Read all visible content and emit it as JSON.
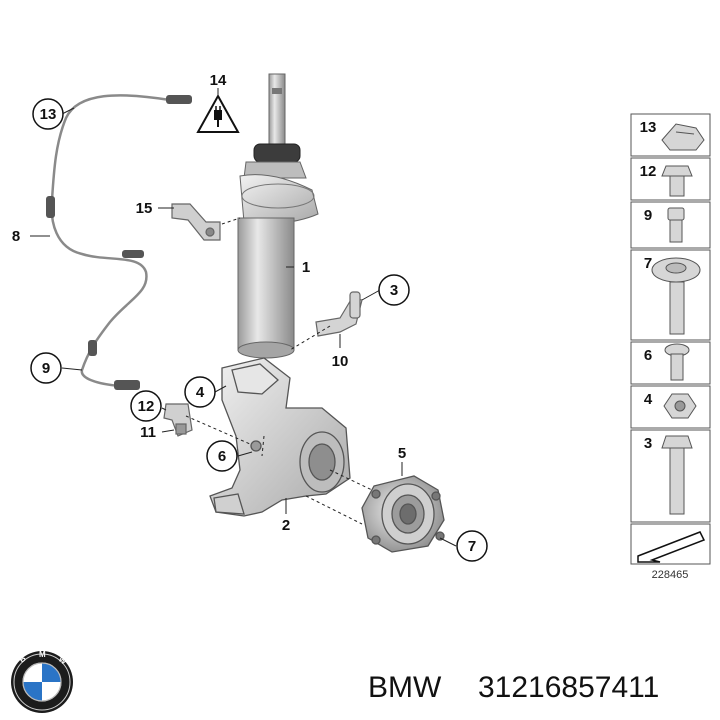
{
  "diagram": {
    "callouts": [
      "13",
      "14",
      "15",
      "8",
      "1",
      "3",
      "10",
      "9",
      "4",
      "12",
      "11",
      "6",
      "5",
      "2",
      "7"
    ],
    "legend": [
      "13",
      "12",
      "9",
      "7",
      "6",
      "4",
      "3"
    ],
    "catalog_id": "228465"
  },
  "footer": {
    "brand": "BMW",
    "part_number": "31216857411"
  }
}
